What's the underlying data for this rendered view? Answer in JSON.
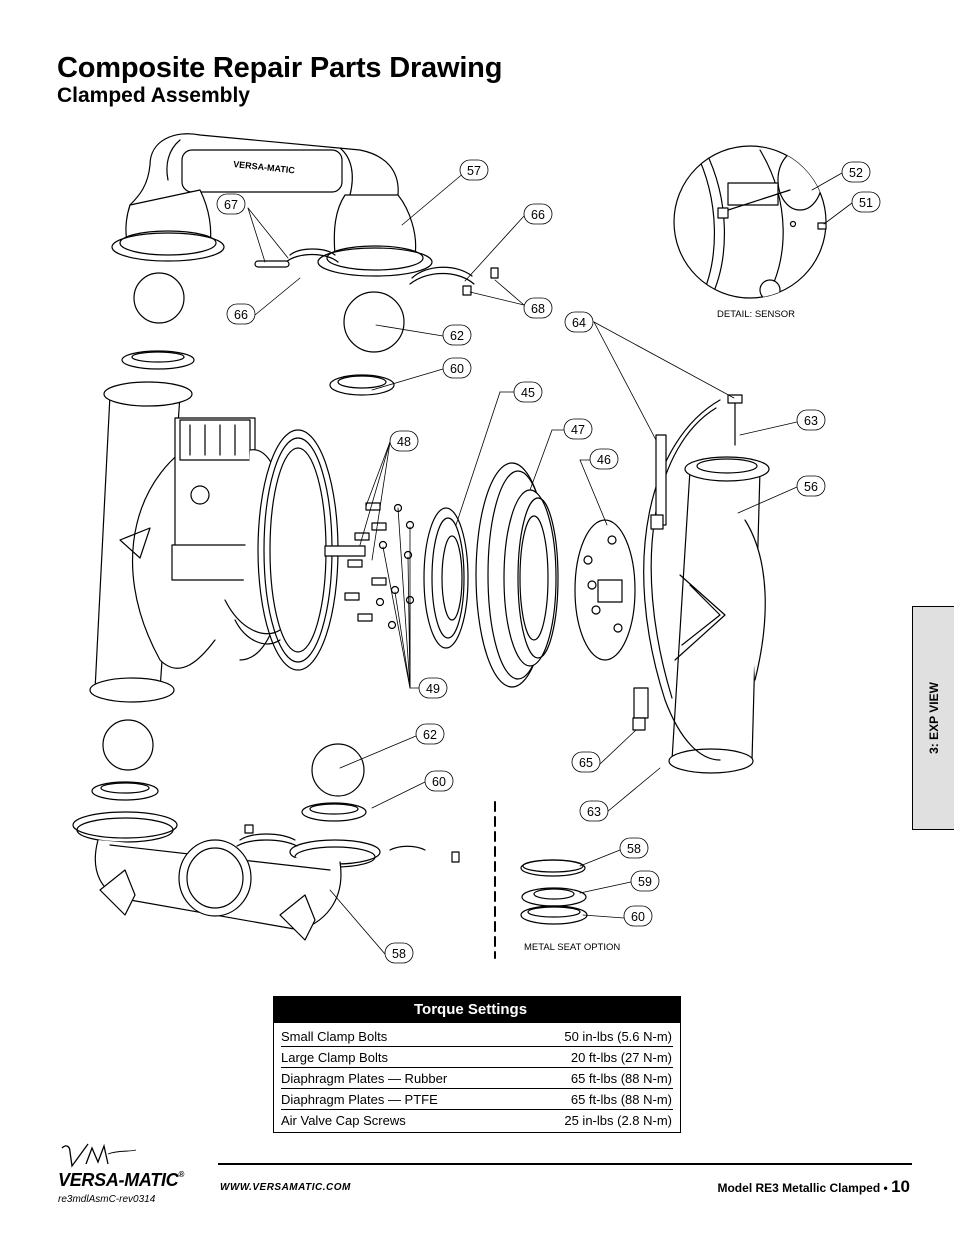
{
  "header": {
    "title": "Composite Repair Parts Drawing",
    "subtitle": "Clamped Assembly"
  },
  "side_tab": {
    "label": "3: EXP VIEW"
  },
  "drawing": {
    "brand_on_manifold": "VERSA-MATIC",
    "callouts": [
      "57",
      "67",
      "66",
      "68",
      "66",
      "62",
      "60",
      "45",
      "48",
      "47",
      "46",
      "64",
      "63",
      "56",
      "49",
      "62",
      "60",
      "65",
      "63",
      "58",
      "59",
      "60",
      "58",
      "52",
      "51"
    ],
    "captions": {
      "detail_sensor": "DETAIL: SENSOR",
      "metal_seat_option": "METAL SEAT OPTION"
    }
  },
  "torque_settings": {
    "title": "Torque Settings",
    "rows": [
      {
        "item": "Small Clamp Bolts",
        "value": "50 in-lbs (5.6 N-m)"
      },
      {
        "item": "Large Clamp Bolts",
        "value": "20 ft-lbs (27 N-m)"
      },
      {
        "item": "Diaphragm Plates — Rubber",
        "value": "65 ft-lbs (88 N-m)"
      },
      {
        "item": "Diaphragm Plates — PTFE",
        "value": "65 ft-lbs (88 N-m)"
      },
      {
        "item": "Air Valve Cap Screws",
        "value": "25 in-lbs (2.8 N-m)"
      }
    ]
  },
  "footer": {
    "brand": "VERSA-MATIC",
    "registered": "®",
    "revision": "re3mdlAsmC-rev0314",
    "url": "WWW.VERSAMATIC.COM",
    "model": "Model RE3 Metallic Clamped •",
    "page": "10"
  }
}
